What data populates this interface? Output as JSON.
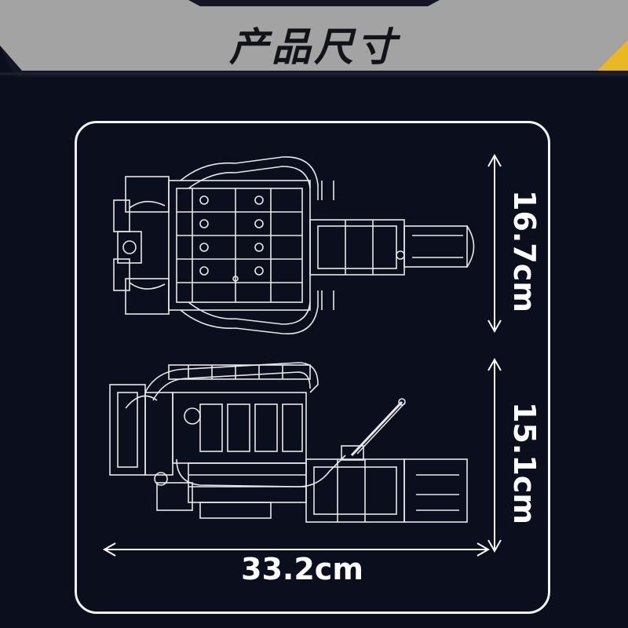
{
  "header": {
    "title": "产品尺寸"
  },
  "dimensions": {
    "height_top_view": "16.7cm",
    "height_side_view": "15.1cm",
    "width": "33.2cm"
  },
  "colors": {
    "background": "#0b0e1d",
    "header_band": "#a3a3a3",
    "accent": "#e8b923",
    "line": "#f2f2f2"
  }
}
